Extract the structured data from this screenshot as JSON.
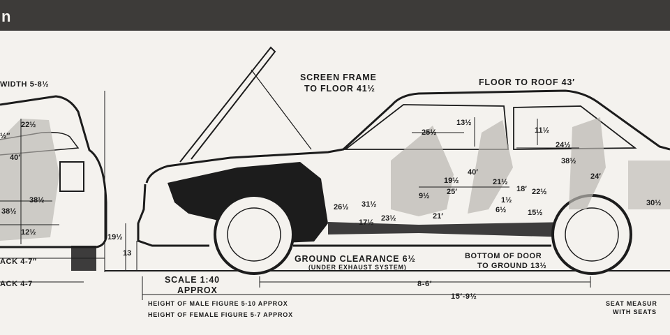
{
  "header": {
    "title": "n"
  },
  "front_view": {
    "width_label": "WIDTH 5-8½",
    "track_front": "ACK 4-7″",
    "track_rear": "ACK 4-7",
    "dims": [
      "22½",
      "40′",
      "38½",
      "38½",
      "12½",
      "½″"
    ]
  },
  "side_view": {
    "screen_frame": [
      "SCREEN FRAME",
      "TO FLOOR 41½"
    ],
    "floor_to_roof": "FLOOR TO ROOF 43′",
    "ground_clearance": "GROUND CLEARANCE 6½",
    "exhaust_note": "(UNDER EXHAUST SYSTEM)",
    "bottom_of_door": [
      "BOTTOM OF DOOR",
      "TO GROUND 13½"
    ],
    "scale": [
      "SCALE 1:40",
      "APPROX"
    ],
    "wheelbase": "8-6′",
    "length": "15′-9½",
    "height_dims": [
      "19½",
      "13"
    ],
    "interior_dims": [
      "25½",
      "13½",
      "11½",
      "24½",
      "38½",
      "24′",
      "40′",
      "19½",
      "25′",
      "21½",
      "18′",
      "22½",
      "1½",
      "6½",
      "15½",
      "9½",
      "26½",
      "31½",
      "17½",
      "23½",
      "21′",
      "30½"
    ]
  },
  "figures": {
    "male": "HEIGHT OF MALE FIGURE 5-10 APPROX",
    "female": "HEIGHT OF FEMALE FIGURE 5-7 APPROX"
  },
  "seat_note": [
    "SEAT MEASUR",
    "WITH SEATS"
  ],
  "colors": {
    "header_bg": "#3d3b39",
    "paper": "#f4f2ee",
    "ink": "#1c1c1c",
    "figure_shade": "#b9b6b1"
  }
}
